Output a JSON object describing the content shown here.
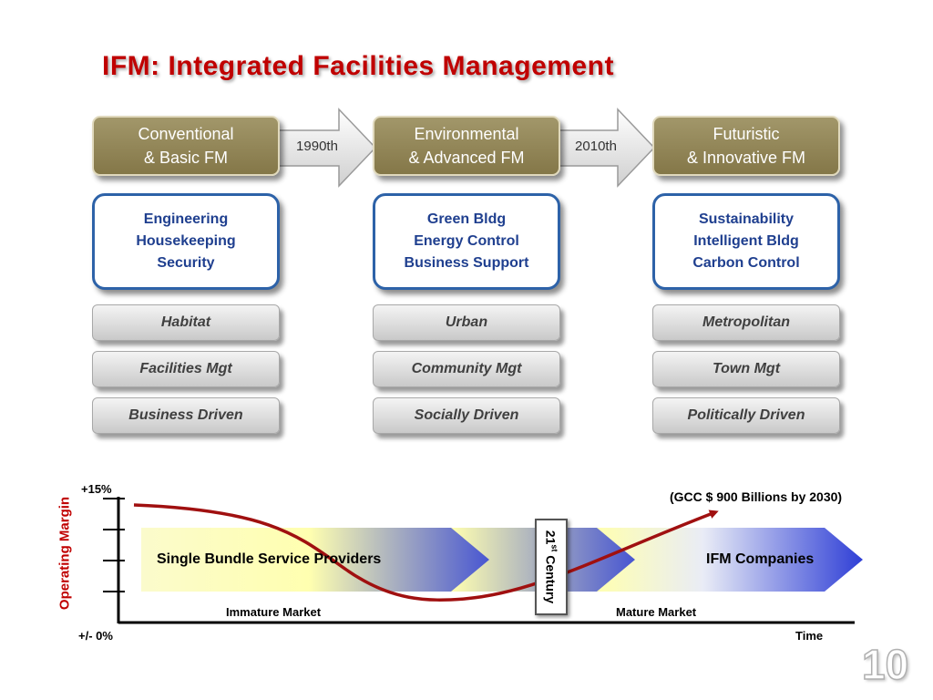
{
  "title": "IFM: Integrated Facilities Management",
  "stages": [
    {
      "header": [
        "Conventional",
        "& Basic FM"
      ],
      "services": [
        "Engineering",
        "Housekeeping",
        "Security"
      ],
      "scale": "Habitat",
      "management": "Facilities Mgt",
      "driver": "Business Driven"
    },
    {
      "header": [
        "Environmental",
        "& Advanced FM"
      ],
      "services": [
        "Green Bldg",
        "Energy Control",
        "Business Support"
      ],
      "scale": "Urban",
      "management": "Community Mgt",
      "driver": "Socially Driven"
    },
    {
      "header": [
        "Futuristic",
        "& Innovative FM"
      ],
      "services": [
        "Sustainability",
        "Intelligent Bldg",
        "Carbon Control"
      ],
      "scale": "Metropolitan",
      "management": "Town Mgt",
      "driver": "Politically Driven"
    }
  ],
  "transitions": [
    "1990th",
    "2010th"
  ],
  "chart": {
    "y_axis_label": "Operating Margin",
    "y_top_label": "+15%",
    "y_bottom_label": "+/- 0%",
    "x_axis_label": "Time",
    "forecast_note": "(GCC $ 900 Billions by 2030)",
    "left_band_label": "Single Bundle Service Providers",
    "right_band_label": "IFM Companies",
    "left_market_label": "Immature Market",
    "right_market_label": "Mature Market",
    "century_number": "21",
    "century_suffix": "st",
    "century_word": "Century"
  },
  "colors": {
    "title": "#c00000",
    "header_box": "#8f8456",
    "service_border": "#2d62a8",
    "service_text": "#1f3f8f",
    "curve": "#a01010",
    "band_blue": "#2f3fd6",
    "band_yellow": "#ffffb0"
  },
  "page_number": "10"
}
